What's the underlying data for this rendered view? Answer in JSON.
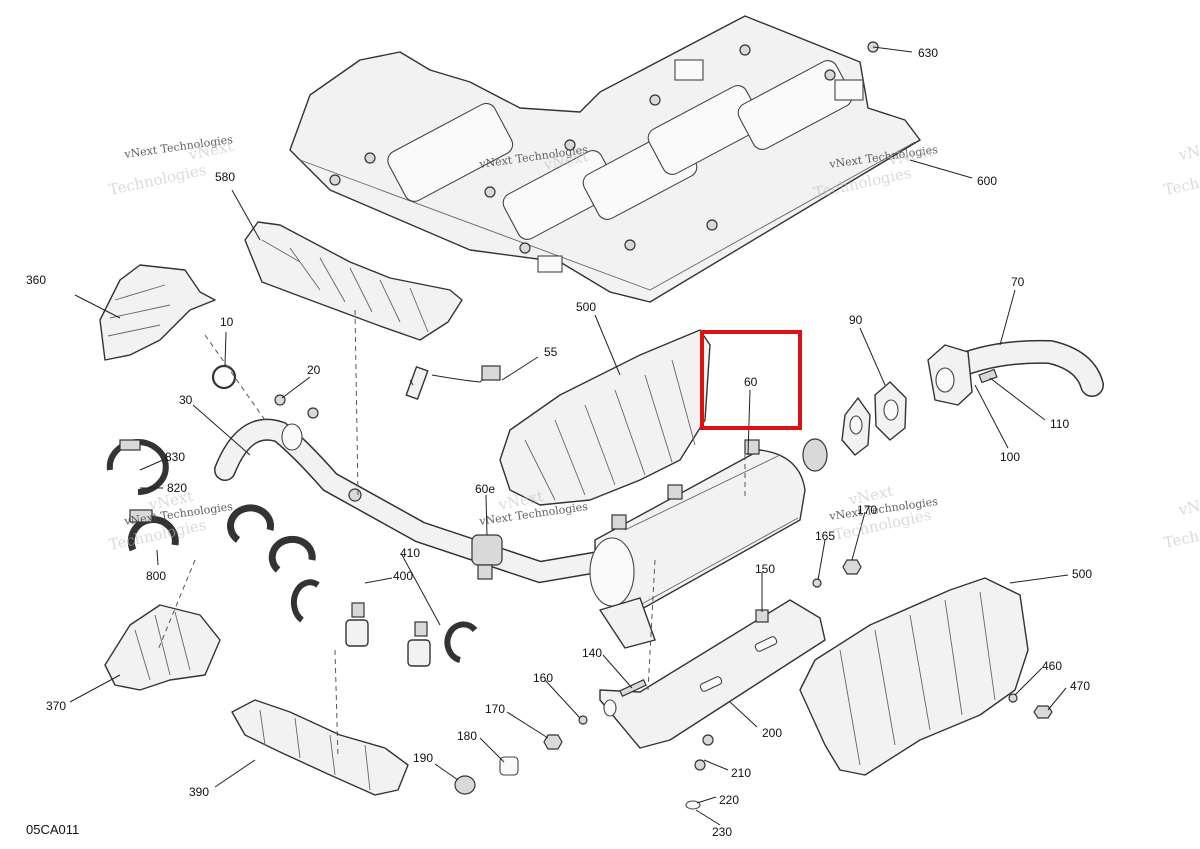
{
  "diagram": {
    "code": "05CA011",
    "watermark_line1": "vNext Technologies",
    "watermark_line2": "vNext",
    "watermark_line3": "Technologies",
    "highlight_color": "#dd1111",
    "callouts": {
      "c630": "630",
      "c600": "600",
      "c580": "580",
      "c360": "360",
      "c10": "10",
      "c20": "20",
      "c30": "30",
      "c55": "55",
      "c500a": "500",
      "c60": "60",
      "c90": "90",
      "c70": "70",
      "c110": "110",
      "c100": "100",
      "c830": "830",
      "c820": "820",
      "c60e": "60e",
      "c170a": "170",
      "c165": "165",
      "c500b": "500",
      "c800": "800",
      "c410": "410",
      "c400": "400",
      "c150": "150",
      "c140": "140",
      "c370": "370",
      "c160": "160",
      "c170b": "170",
      "c180": "180",
      "c200": "200",
      "c460": "460",
      "c470": "470",
      "c190": "190",
      "c210": "210",
      "c220": "220",
      "c230": "230",
      "c390": "390"
    }
  }
}
